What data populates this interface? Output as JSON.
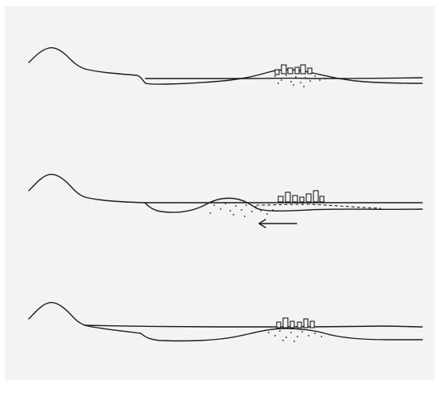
{
  "figure": {
    "background_color": "#f2f3f3",
    "line_color": "#1a1a1a",
    "panels": [
      {
        "stage": 1,
        "features": [
          "mountain-icon",
          "sea-surface",
          "seabed",
          "sand-island",
          "town-buildings-icon"
        ]
      },
      {
        "stage": 2,
        "features": [
          "mountain-icon",
          "sea-surface",
          "seabed",
          "migrating-sandbank",
          "town-buildings-icon",
          "arrow-left-icon"
        ],
        "arrow_direction": "left"
      },
      {
        "stage": 3,
        "features": [
          "mountain-icon",
          "sea-surface",
          "seabed",
          "sand-island",
          "town-buildings-icon"
        ]
      }
    ]
  }
}
